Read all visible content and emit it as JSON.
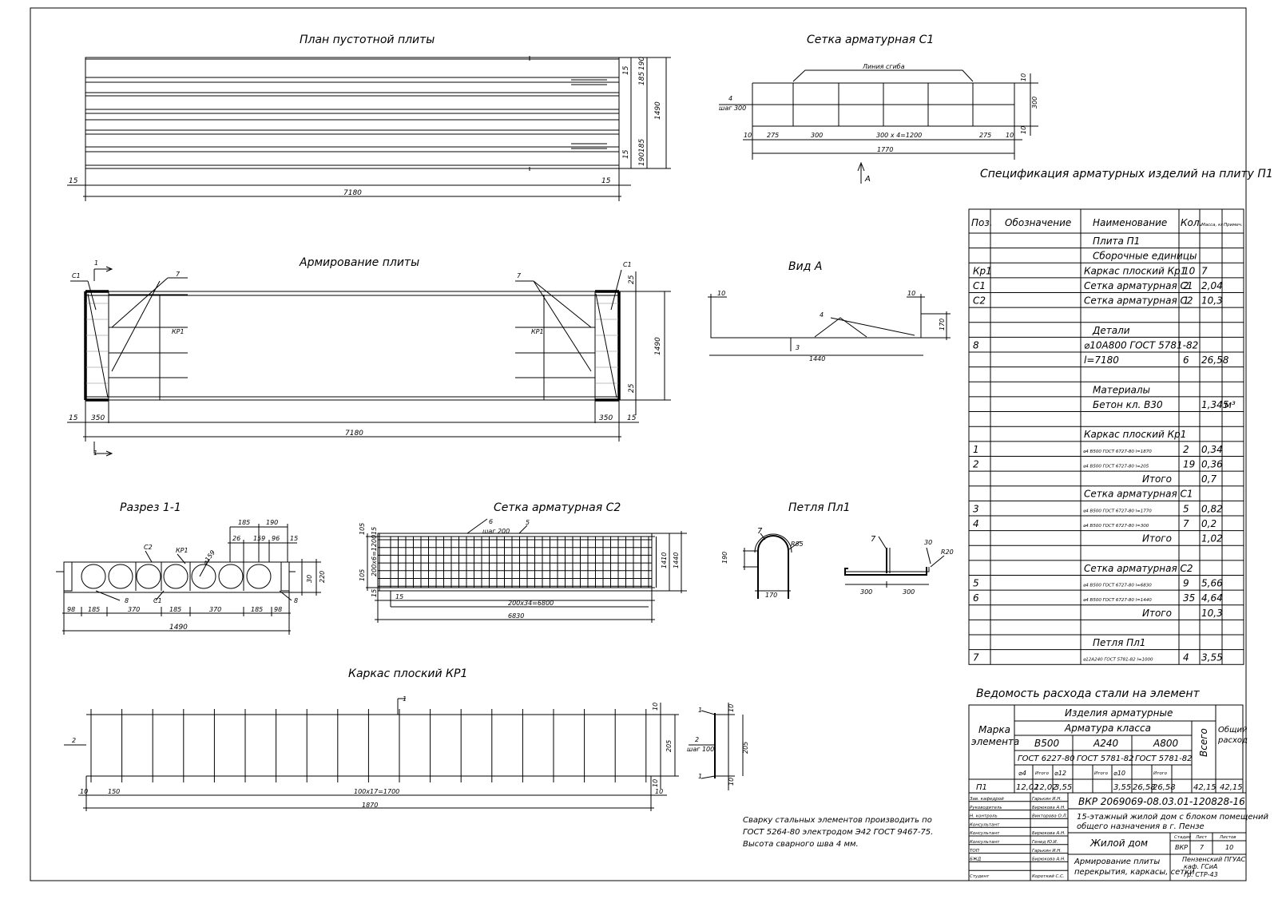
{
  "titles": {
    "plan": "План пустотной плиты",
    "setka_c1": "Сетка арматурная С1",
    "armirovanie": "Армирование плиты",
    "vid_a": "Вид А",
    "razrez": "Разрез 1-1",
    "setka_c2": "Сетка арматурная С2",
    "petlya": "Петля Пл1",
    "karkas": "Каркас плоский КР1",
    "spec": "Спецификация арматурных изделий на плиту П1",
    "vedomost": "Ведомость расхода стали на элемент"
  },
  "dims": {
    "d7180": "7180",
    "d1490": "1490",
    "d15": "15",
    "d190": "190",
    "d185": "185",
    "d350": "350",
    "d25": "25",
    "d300": "300",
    "d275": "275",
    "d10": "10",
    "d1770": "1770",
    "d300x4": "300 x 4=1200",
    "d1440": "1440",
    "d170": "170",
    "d3": "3",
    "d4": "4",
    "d4step": "шаг 300",
    "bend_line": "Линия сгиба",
    "arrowA": "А",
    "kp1": "КР1",
    "c1": "С1",
    "c2": "С2",
    "n7": "7",
    "n1": "1",
    "n2": "2",
    "n6": "6",
    "n5": "5",
    "n8": "8",
    "d98": "98",
    "d370": "370",
    "d26": "26",
    "d159": "159",
    "d96": "96",
    "d220": "220",
    "d30": "30",
    "phi159": "⌀159",
    "d105": "105",
    "d200x6": "200х6=1200",
    "d200x34": "200х34=6800",
    "d6830": "6830",
    "d1410": "1410",
    "step200": "шаг 200",
    "r85": "R85",
    "r20": "R20",
    "d150": "150",
    "d100x17": "100х17=1700",
    "d1870": "1870",
    "d205": "205",
    "step100": "шаг 100"
  },
  "note": [
    "Сварку стальных элементов производить по",
    "ГОСТ 5264-80 электродом Э42 ГОСТ 9467-75.",
    "Высота сварного шва 4 мм."
  ],
  "spec": {
    "headers": [
      "Поз.",
      "Обозначение",
      "Наименование",
      "Кол.",
      "Масса, кг",
      "Примеч."
    ],
    "rows": [
      {
        "pos": "",
        "name": "Плита П1",
        "qty": "",
        "mass": "",
        "center": true
      },
      {
        "pos": "",
        "name": "Сборочные единицы",
        "qty": "",
        "mass": "",
        "center": true
      },
      {
        "pos": "Кр1",
        "name": "Каркас плоский Кр1",
        "qty": "10",
        "mass": "7"
      },
      {
        "pos": "С1",
        "name": "Сетка арматурная С1",
        "qty": "2",
        "mass": "2,04"
      },
      {
        "pos": "С2",
        "name": "Сетка арматурная С2",
        "qty": "1",
        "mass": "10,3"
      },
      {
        "pos": "",
        "name": "",
        "qty": "",
        "mass": ""
      },
      {
        "pos": "",
        "name": "Детали",
        "qty": "",
        "mass": "",
        "center": true
      },
      {
        "pos": "8",
        "name": "⌀10А800 ГОСТ 5781-82",
        "qty": "",
        "mass": ""
      },
      {
        "pos": "",
        "name": "l=7180",
        "qty": "6",
        "mass": "26,58"
      },
      {
        "pos": "",
        "name": "",
        "qty": "",
        "mass": ""
      },
      {
        "pos": "",
        "name": "Материалы",
        "qty": "",
        "mass": "",
        "center": true
      },
      {
        "pos": "",
        "name": "Бетон кл. В30",
        "qty": "",
        "mass": "1,345",
        "note": "м³",
        "center": true
      },
      {
        "pos": "",
        "name": "",
        "qty": "",
        "mass": ""
      },
      {
        "pos": "",
        "name": "Каркас плоский Кр1",
        "qty": "",
        "mass": ""
      },
      {
        "pos": "1",
        "name": "⌀4 В500 ГОСТ 6727-80   l=1870",
        "qty": "2",
        "mass": "0,34",
        "tiny": true
      },
      {
        "pos": "2",
        "name": "⌀4 В500 ГОСТ 6727-80   l=205",
        "qty": "19",
        "mass": "0,36",
        "tiny": true
      },
      {
        "pos": "",
        "name": "Итого",
        "qty": "",
        "mass": "0,7",
        "right": true
      },
      {
        "pos": "",
        "name": "Сетка арматурная С1",
        "qty": "",
        "mass": ""
      },
      {
        "pos": "3",
        "name": "⌀4 В500 ГОСТ 6727-80   l=1770",
        "qty": "5",
        "mass": "0,82",
        "tiny": true
      },
      {
        "pos": "4",
        "name": "⌀4 В500 ГОСТ 6727-80   l=300",
        "qty": "7",
        "mass": "0,2",
        "tiny": true
      },
      {
        "pos": "",
        "name": "Итого",
        "qty": "",
        "mass": "1,02",
        "right": true
      },
      {
        "pos": "",
        "name": "",
        "qty": "",
        "mass": ""
      },
      {
        "pos": "",
        "name": "Сетка арматурная С2",
        "qty": "",
        "mass": ""
      },
      {
        "pos": "5",
        "name": "⌀4 В500 ГОСТ 6727-80   l=6830",
        "qty": "9",
        "mass": "5,66",
        "tiny": true
      },
      {
        "pos": "6",
        "name": "⌀4 В500 ГОСТ 6727-80   l=1440",
        "qty": "35",
        "mass": "4,64",
        "tiny": true
      },
      {
        "pos": "",
        "name": "Итого",
        "qty": "",
        "mass": "10,3",
        "right": true
      },
      {
        "pos": "",
        "name": "",
        "qty": "",
        "mass": ""
      },
      {
        "pos": "",
        "name": "Петля Пл1",
        "qty": "",
        "mass": "",
        "center": true
      },
      {
        "pos": "7",
        "name": "⌀12А240 ГОСТ 5781-82   l=1000",
        "qty": "4",
        "mass": "3,55",
        "tiny": true
      }
    ]
  },
  "ved": {
    "izdeliya": "Изделия арматурные",
    "armatura": "Арматура класса",
    "marka": "Марка элемента",
    "classes": [
      "В500",
      "А240",
      "А800"
    ],
    "gosts": [
      "ГОСТ 6227-80",
      "ГОСТ 5781-82",
      "ГОСТ 5781-82"
    ],
    "sub": [
      "⌀4",
      "Итого",
      "⌀12",
      "Итого",
      "⌀10",
      "Итого"
    ],
    "vsego": "Всего",
    "obshiy": "Общий расход",
    "row": [
      "П1",
      "12,02",
      "12,02",
      "3,55",
      "3,55",
      "26,58",
      "26,58",
      "42,15",
      "42,15"
    ]
  },
  "stamp": {
    "code": "ВКР 2069069-08.03.01-120828-16",
    "project1": "15-этажный жилой дом с блоком помещений",
    "project2": "общего назначения в г. Пензе",
    "building": "Жилой дом",
    "sheet1": "Армирование плиты",
    "sheet2": "перекрытия, каркасы, сетки",
    "stage_h": "Стадия",
    "sheet_h": "Лист",
    "sheets_h": "Листов",
    "stage": "ВКР",
    "sheet": "7",
    "sheets": "10",
    "org1": "Пензенский ПГУАС",
    "org2": "каф. ГСиА",
    "org3": "гр. СТР-43",
    "people": [
      [
        "Зав. кафедрой",
        "Гарькин И.Н."
      ],
      [
        "Руководитель",
        "Бирюкова А.Н."
      ],
      [
        "Н. контроль",
        "Викторова О.Л."
      ],
      [
        "Консультант",
        ""
      ],
      [
        "Консультант",
        "Бирюкова А.Н."
      ],
      [
        "Консультант",
        "Генед Ю.И."
      ],
      [
        "ТОП",
        "Гарькин И.Н."
      ],
      [
        "БЖД",
        "Бирюкова А.Н."
      ],
      [
        "",
        ""
      ],
      [
        "Студент",
        "Короткий С.С."
      ]
    ]
  }
}
